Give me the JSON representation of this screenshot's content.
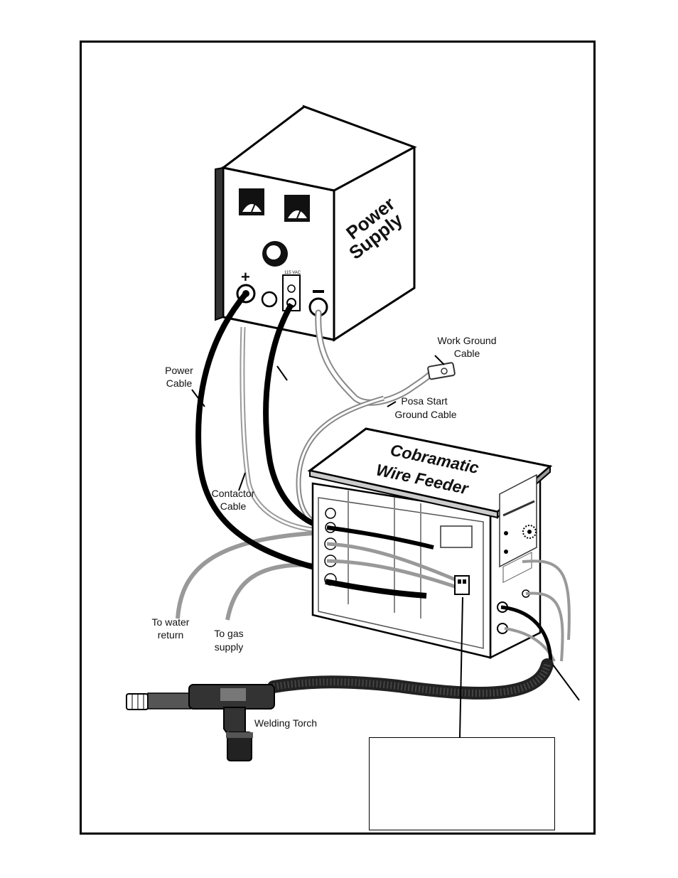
{
  "power_supply": {
    "title_line1": "Power",
    "title_line2": "Supply",
    "plus_symbol": "+",
    "minus_symbol": "−",
    "outlet_label": "115 VAC"
  },
  "wire_feeder": {
    "title_line1": "Cobramatic",
    "title_line2": "Wire Feeder"
  },
  "labels": {
    "power_cable_1": "Power",
    "power_cable_2": "Cable",
    "work_ground_1": "Work Ground",
    "work_ground_2": "Cable",
    "posa_start_1": "Posa Start",
    "posa_start_2": "Ground Cable",
    "contactor_1": "Contactor",
    "contactor_2": "Cable",
    "water_1": "To water",
    "water_2": "return",
    "gas_1": "To gas",
    "gas_2": "supply",
    "torch": "Welding Torch"
  },
  "callout_box": {
    "text": ""
  }
}
